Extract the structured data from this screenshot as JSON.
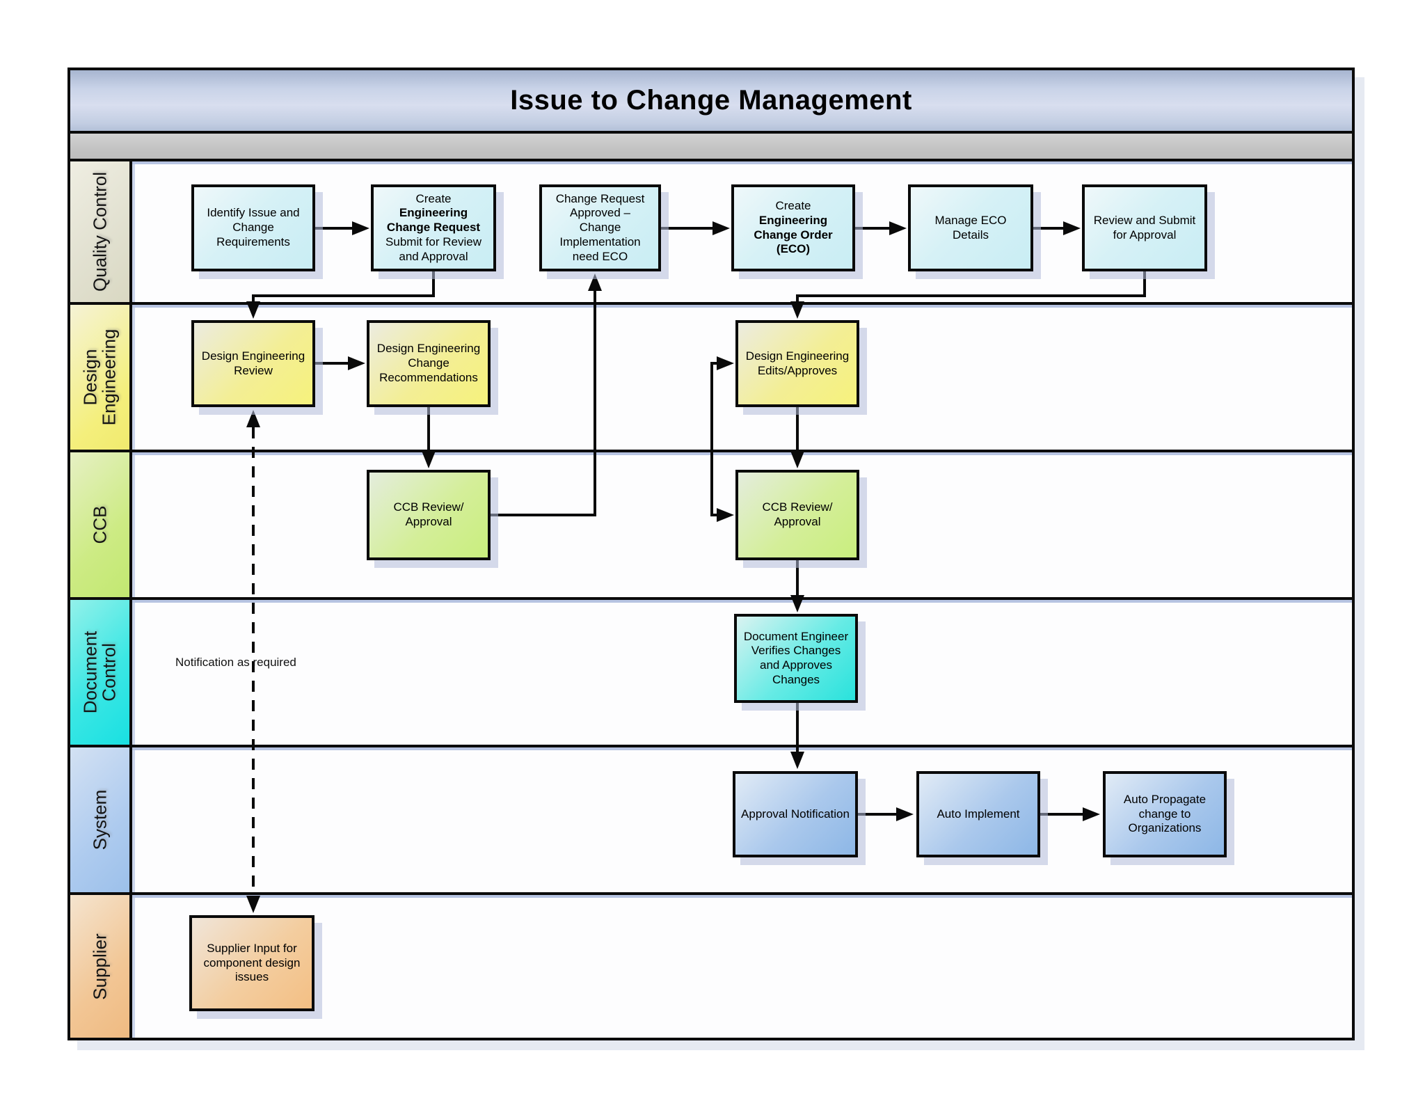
{
  "title": "Issue to Change Management",
  "lanes": [
    {
      "label": "Quality Control",
      "color": "#e3e2d2"
    },
    {
      "label": "Design Engineering",
      "color": "#f4ef7c"
    },
    {
      "label": "CCB",
      "color": "#c8ea7c"
    },
    {
      "label": "Document Control",
      "color": "#2ce4e4"
    },
    {
      "label": "System",
      "color": "#a6c8ee"
    },
    {
      "label": "Supplier",
      "color": "#f1c08a"
    }
  ],
  "nodes": {
    "identify_issue": {
      "text": "Identify Issue and Change Requirements"
    },
    "create_ecr": {
      "pre": "Create",
      "bold": "Engineering Change Request",
      "post": "Submit for Review and Approval"
    },
    "cr_approved": {
      "text": "Change Request Approved – Change Implementation need ECO"
    },
    "create_eco": {
      "pre": "Create",
      "bold": "Engineering Change Order (ECO)",
      "post": ""
    },
    "manage_eco": {
      "text": "Manage ECO Details"
    },
    "review_submit": {
      "text": "Review and Submit for Approval"
    },
    "de_review": {
      "text": "Design Engineering Review"
    },
    "de_change_rec": {
      "text": "Design Engineering Change Recommendations"
    },
    "de_edits": {
      "text": "Design Engineering Edits/Approves"
    },
    "ccb_review_1": {
      "text": "CCB Review/ Approval"
    },
    "ccb_review_2": {
      "text": "CCB Review/ Approval"
    },
    "doc_verify": {
      "text": "Document Engineer Verifies Changes and Approves Changes"
    },
    "approval_notification": {
      "text": "Approval Notification"
    },
    "auto_implement": {
      "text": "Auto Implement"
    },
    "auto_propagate": {
      "text": "Auto Propagate change to Organizations"
    },
    "supplier_input": {
      "text": "Supplier Input for component design issues"
    }
  },
  "annotations": {
    "notification": "Notification as required"
  },
  "node_colors": {
    "quality_control": "#cdeef5",
    "design_engineering": "#f6f27c",
    "ccb": "#c9ee7e",
    "document_control": "#29e2dc",
    "system": "#8db7e6",
    "supplier": "#f3bf84"
  }
}
